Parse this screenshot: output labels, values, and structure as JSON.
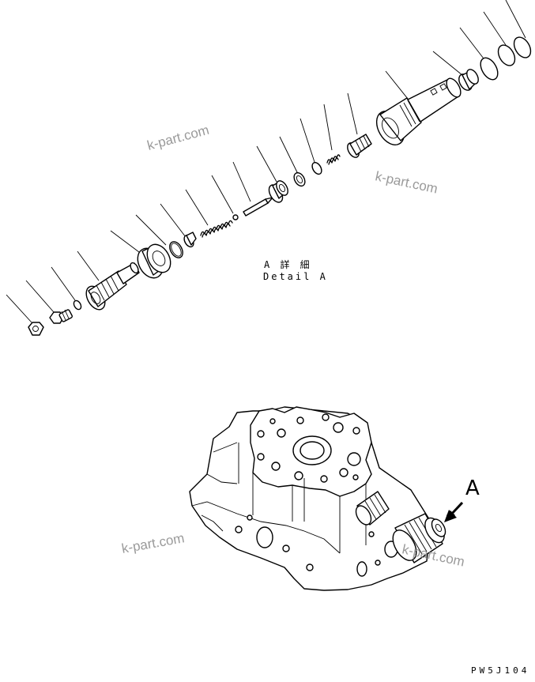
{
  "detail": {
    "line1": "A 詳 細",
    "line2": "Detail A"
  },
  "callout_label": "A",
  "watermark_text": "k-part.com",
  "drawing_code": "PW5J104",
  "colors": {
    "line": "#000000",
    "watermark": "#9a9a9a",
    "background": "#ffffff"
  }
}
